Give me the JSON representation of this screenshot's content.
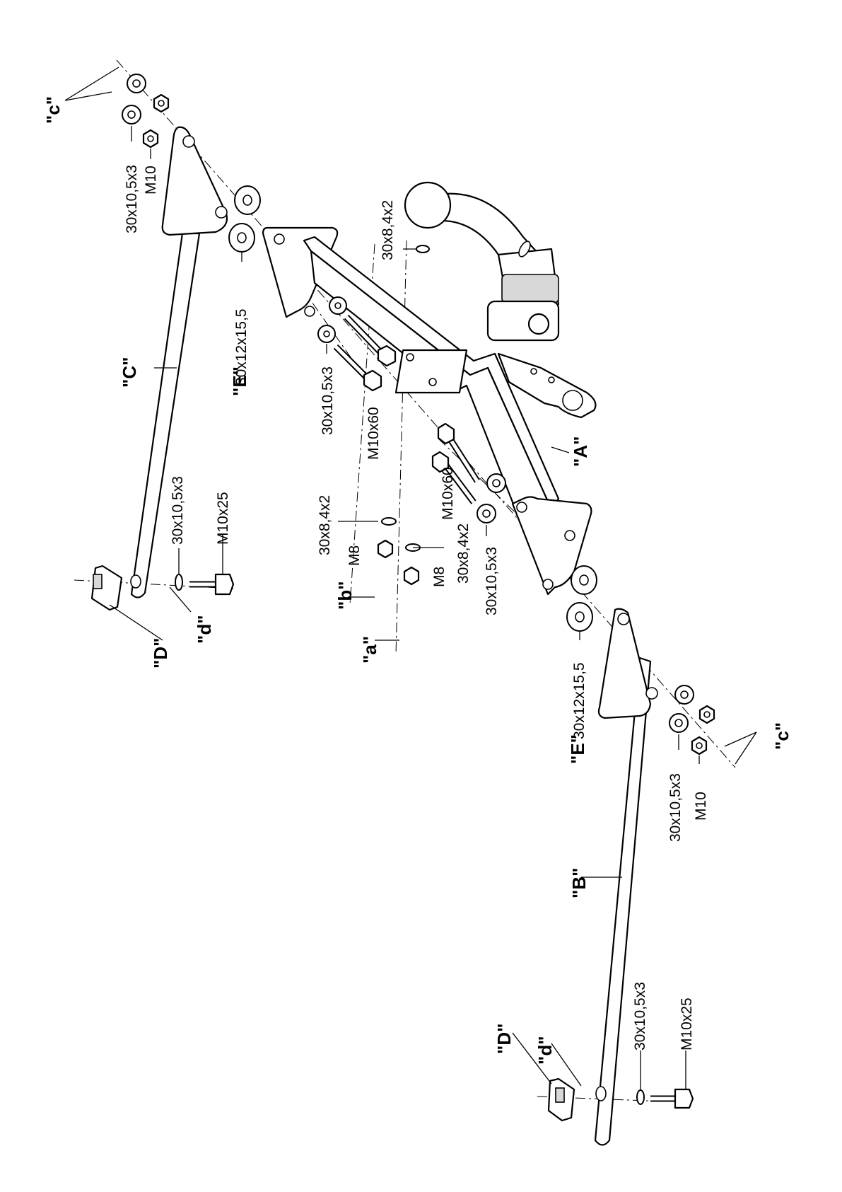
{
  "parts": {
    "A": "\"A\"",
    "B": "\"B\"",
    "C": "\"C\"",
    "D": "\"D\"",
    "E": "\"E\""
  },
  "markers": {
    "a": "\"a\"",
    "b": "\"b\"",
    "c": "\"c\"",
    "d": "\"d\""
  },
  "specs": {
    "washer_30x10_5x3": "30x10,5x3",
    "washer_30x8_4x2": "30x8,4x2",
    "spacer_30x12x15_5": "30x12x15,5",
    "nut_M10": "M10",
    "nut_M8": "M8",
    "bolt_M10x60": "M10x60",
    "bolt_M10x25": "M10x25"
  }
}
